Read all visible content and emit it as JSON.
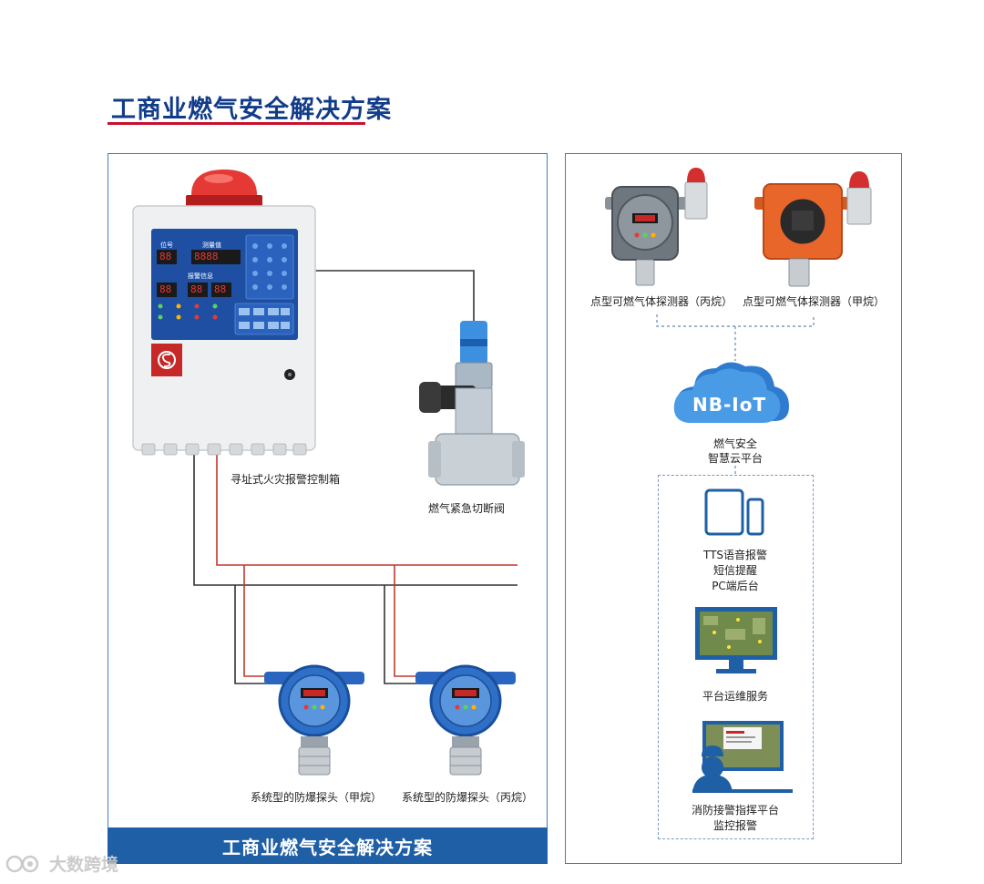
{
  "header": {
    "title": "工商业燃气安全解决方案"
  },
  "footer": {
    "label": "工商业燃气安全解决方案"
  },
  "left": {
    "control_box_label": "寻址式火灾报警控制箱",
    "valve_label": "燃气紧急切断阀",
    "detector_a_label": "系统型的防爆探头（甲烷）",
    "detector_b_label": "系统型的防爆探头（丙烷）",
    "panel": {
      "addr_label": "位号",
      "value_label": "测量值",
      "alarm_label": "报警信息",
      "addr_value": "88",
      "value_value": "8888",
      "alarm_addr": "88",
      "alarm_value1": "88",
      "alarm_value2": "88"
    }
  },
  "right": {
    "detector_propane_label": "点型可燃气体探测器（丙烷）",
    "detector_methane_label": "点型可燃气体探测器（甲烷）",
    "nbiot_text": "NB-IoT",
    "cloud_line1": "燃气安全",
    "cloud_line2": "智慧云平台",
    "service1_line1": "TTS语音报警",
    "service1_line2": "短信提醒",
    "service1_line3": "PC端后台",
    "service2_label": "平台运维服务",
    "service3_line1": "消防接警指挥平台",
    "service3_line2": "监控报警"
  },
  "watermark": {
    "text": "大数跨境"
  },
  "colors": {
    "accent_blue": "#1f5fa6",
    "title_blue": "#123c8a",
    "underline_red": "#c8102e",
    "panel_border": "#3b7fc4",
    "wire_red": "#c0392b",
    "wire_dark": "#333333",
    "detector_blue": "#2e6fc7",
    "detector_orange": "#e8662a"
  }
}
